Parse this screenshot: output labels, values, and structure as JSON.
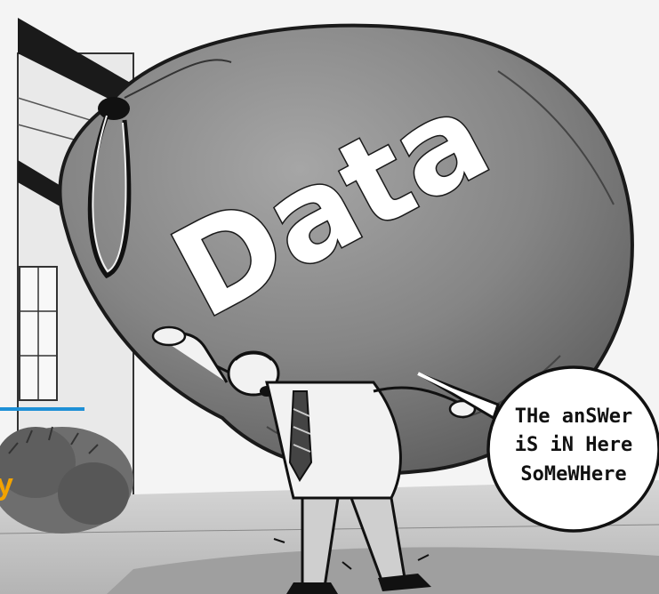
{
  "cartoon": {
    "bag_label": "Data",
    "speech": {
      "line1": "THe anSWer",
      "line2": "iS iN Here",
      "line3": "SoMeWHere"
    }
  },
  "edge_fragment": {
    "text": "y",
    "color": "#f2a300",
    "bar_color": "#1e90d6"
  }
}
